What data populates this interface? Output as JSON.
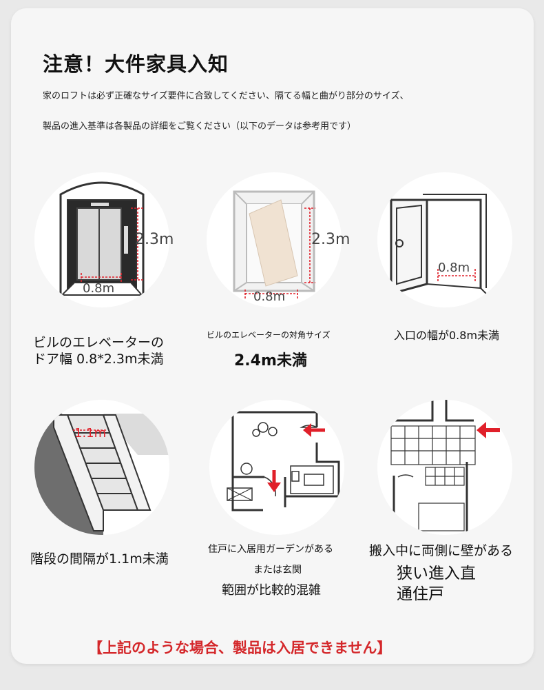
{
  "header": {
    "title": "注意！大件家具入知",
    "line1": "家のロフトは必ず正確なサイズ要件に合致してください、隔てる幅と曲がり部分のサイズ、",
    "line2": "製品の進入基準は各製品の詳細をご覧ください（以下のデータは参考用です）"
  },
  "items": [
    {
      "icon": "elevator-door-icon",
      "label_height": "2.3m",
      "label_width": "0.8m",
      "caption_line1": "ビルのエレベーターの",
      "caption_line2": "ドア幅 0.8*2.3m未満"
    },
    {
      "icon": "elevator-diagonal-icon",
      "label_height": "2.3m",
      "label_width": "0.8m",
      "caption_small": "ビルのエレベーターの対角サイズ",
      "caption_big": "2.4m未満"
    },
    {
      "icon": "entrance-door-icon",
      "label_width": "0.8m",
      "caption": "入口の幅が0.8m未満"
    },
    {
      "icon": "staircase-icon",
      "label_width": "1.1m",
      "caption": "階段の間隔が1.1m未満"
    },
    {
      "icon": "floor-plan-garden-icon",
      "caption_line1": "住戸に入居用ガーデンがある",
      "caption_line2": "または玄関",
      "caption_line3": "範囲が比較的混雑"
    },
    {
      "icon": "narrow-corridor-icon",
      "caption_line1": "搬入中に両側に壁がある",
      "caption_line2": "狭い進入直",
      "caption_line3": "通住戸"
    }
  ],
  "footer": "【上記のような場合、製品は入居できません】",
  "colors": {
    "accent": "#d4272a",
    "measure": "#e0202a"
  }
}
